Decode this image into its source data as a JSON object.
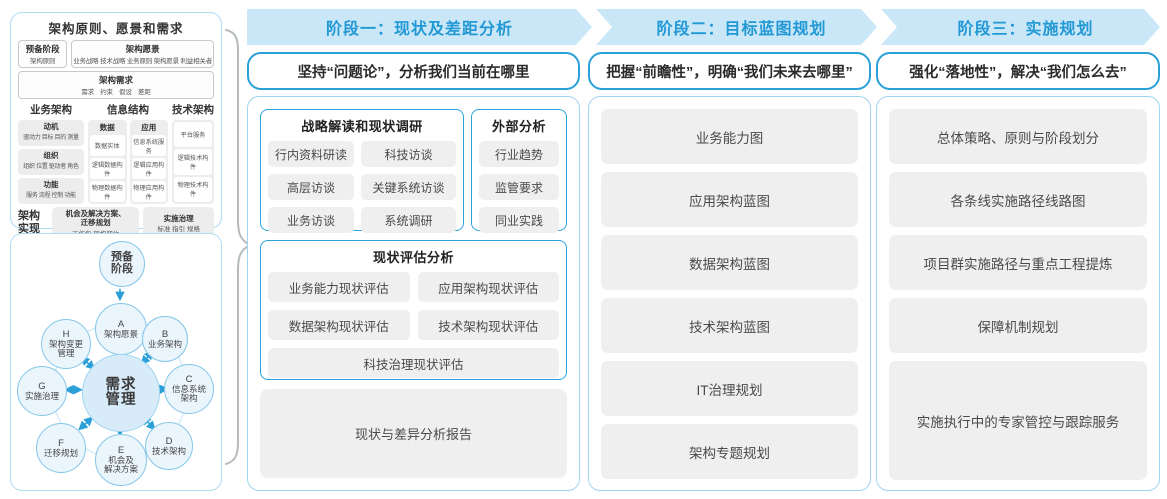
{
  "colors": {
    "accent_blue": "#2298d5",
    "band_bg": "#c9e7f7",
    "panel_border": "#9fd5f0",
    "item_gray": "#efefef"
  },
  "left": {
    "principles": {
      "title": "架构原则、愿景和需求",
      "prep": {
        "title": "预备阶段",
        "sub": "架构原则"
      },
      "vision": {
        "title": "架构愿景",
        "sub": "业务战略 技术战略 业务原则 架构愿景 利益相关者"
      },
      "req": {
        "title": "架构需求",
        "sub": "需求　约束　假设　差距"
      },
      "col_headers": [
        "业务架构",
        "信息结构",
        "技术架构"
      ],
      "business": {
        "boxes": [
          {
            "title": "动机",
            "sub": "驱动力 目标 目的 测量"
          },
          {
            "title": "组织",
            "sub": "组织 位置 驱动者 角色"
          },
          {
            "title": "功能",
            "sub": "服务 流程 控制 功能"
          }
        ]
      },
      "info": {
        "data": {
          "title": "数据",
          "items": [
            "数据实体",
            "逻辑数据构件",
            "物理数据构件"
          ]
        },
        "app": {
          "title": "应用",
          "items": [
            "信息系统服务",
            "逻辑应用构件",
            "物理应用构件"
          ]
        }
      },
      "tech": {
        "items": [
          "平台服务",
          "逻辑技术构件",
          "物理技术构件"
        ]
      },
      "real": {
        "label": "架构\n实现",
        "boxes": [
          {
            "title": "机会及解决方案、\n迁移规划",
            "sub": "工作包  架构契约"
          },
          {
            "title": "实施治理",
            "sub": "标准  指引  规格"
          }
        ]
      }
    },
    "adm": {
      "center": "需求\n管理",
      "circles": [
        {
          "letter": "",
          "label": "预备\n阶段"
        },
        {
          "letter": "A",
          "label": "架构愿景"
        },
        {
          "letter": "B",
          "label": "业务架构"
        },
        {
          "letter": "C",
          "label": "信息系统\n架构"
        },
        {
          "letter": "D",
          "label": "技术架构"
        },
        {
          "letter": "E",
          "label": "机会及\n解决方案"
        },
        {
          "letter": "F",
          "label": "迁移规划"
        },
        {
          "letter": "G",
          "label": "实施治理"
        },
        {
          "letter": "H",
          "label": "架构变更\n管理"
        }
      ]
    }
  },
  "phases": [
    {
      "header": "阶段一：现状及差距分析",
      "subtitle": "坚持“问题论”，分析我们当前在哪里"
    },
    {
      "header": "阶段二：目标蓝图规划",
      "subtitle": "把握“前瞻性”，明确“我们未来去哪里”",
      "items": [
        "业务能力图",
        "应用架构蓝图",
        "数据架构蓝图",
        "技术架构蓝图",
        "IT治理规划",
        "架构专题规划"
      ]
    },
    {
      "header": "阶段三：实施规划",
      "subtitle": "强化“落地性”，解决“我们怎么去”",
      "items": [
        "总体策略、原则与阶段划分",
        "各条线实施路径线路图",
        "项目群实施路径与重点工程提炼",
        "保障机制规划",
        "实施执行中的专家管控与跟踪服务"
      ]
    }
  ],
  "phase1": {
    "strategy": {
      "title": "战略解读和现状调研",
      "items": [
        "行内资料研读",
        "科技访谈",
        "高层访谈",
        "关键系统访谈",
        "业务访谈",
        "系统调研"
      ]
    },
    "external": {
      "title": "外部分析",
      "items": [
        "行业趋势",
        "监管要求",
        "同业实践"
      ]
    },
    "assessment": {
      "title": "现状评估分析",
      "items": [
        "业务能力现状评估",
        "应用架构现状评估",
        "数据架构现状评估",
        "技术架构现状评估",
        "科技治理现状评估"
      ]
    },
    "report": "现状与差异分析报告"
  }
}
